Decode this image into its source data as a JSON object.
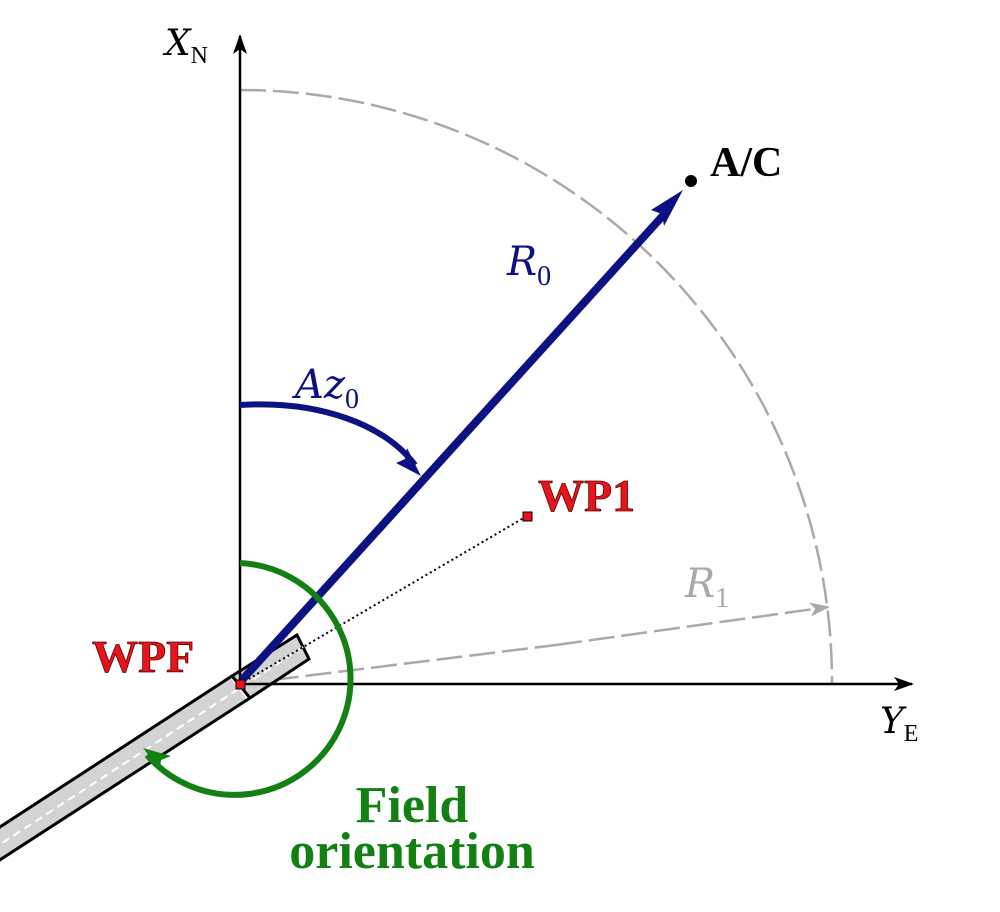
{
  "axes": {
    "north_label_main": "X",
    "north_label_sub": "N",
    "east_label_main": "Y",
    "east_label_sub": "E"
  },
  "aircraft": {
    "label": "A/C"
  },
  "vector_r0": {
    "label_main": "R",
    "label_sub": "0"
  },
  "vector_r1": {
    "label_main": "R",
    "label_sub": "1"
  },
  "azimuth": {
    "label_main": "Az",
    "label_sub": "0"
  },
  "waypoints": {
    "wp1_label": "WP1",
    "wpf_label": "WPF"
  },
  "field_orientation": {
    "line1": "Field",
    "line2": "orientation"
  },
  "colors": {
    "vector": "#0d1283",
    "waypoint": "#e8141b",
    "field": "#128012",
    "range_circle": "#a9a9a9",
    "axis": "#000000",
    "runway_fill": "#d3d3d3"
  }
}
